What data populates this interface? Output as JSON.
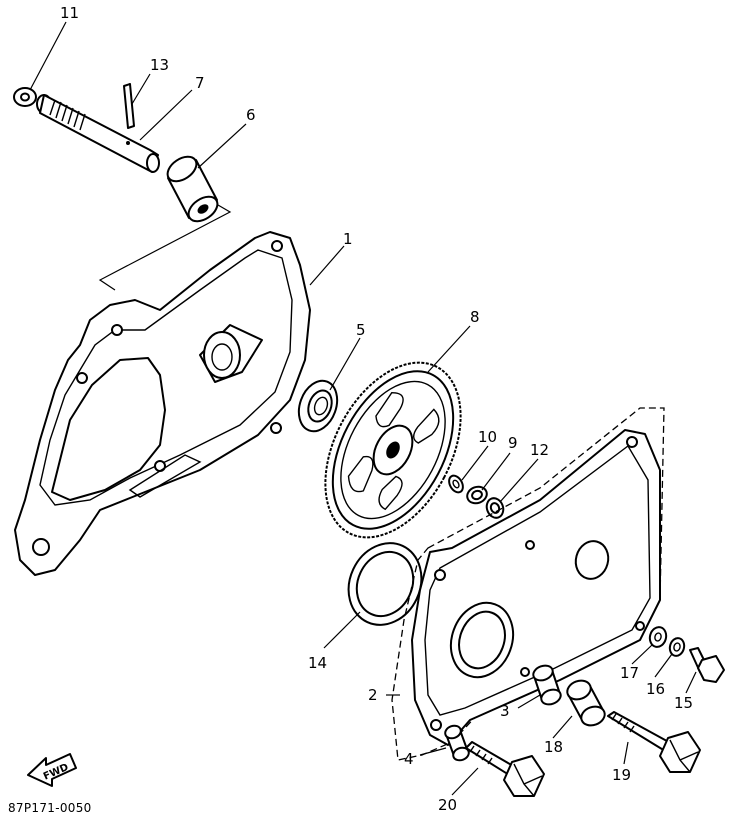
{
  "diagram": {
    "diagram_code": "87P171-0050",
    "fwd_label": "FWD",
    "part_labels": {
      "p1": "1",
      "p2": "2",
      "p3": "3",
      "p4": "4",
      "p5": "5",
      "p6": "6",
      "p7": "7",
      "p8": "8",
      "p9": "9",
      "p10": "10",
      "p11": "11",
      "p12": "12",
      "p13": "13",
      "p14": "14",
      "p15": "15",
      "p16": "16",
      "p17": "17",
      "p18": "18",
      "p19": "19",
      "p20": "20"
    }
  }
}
